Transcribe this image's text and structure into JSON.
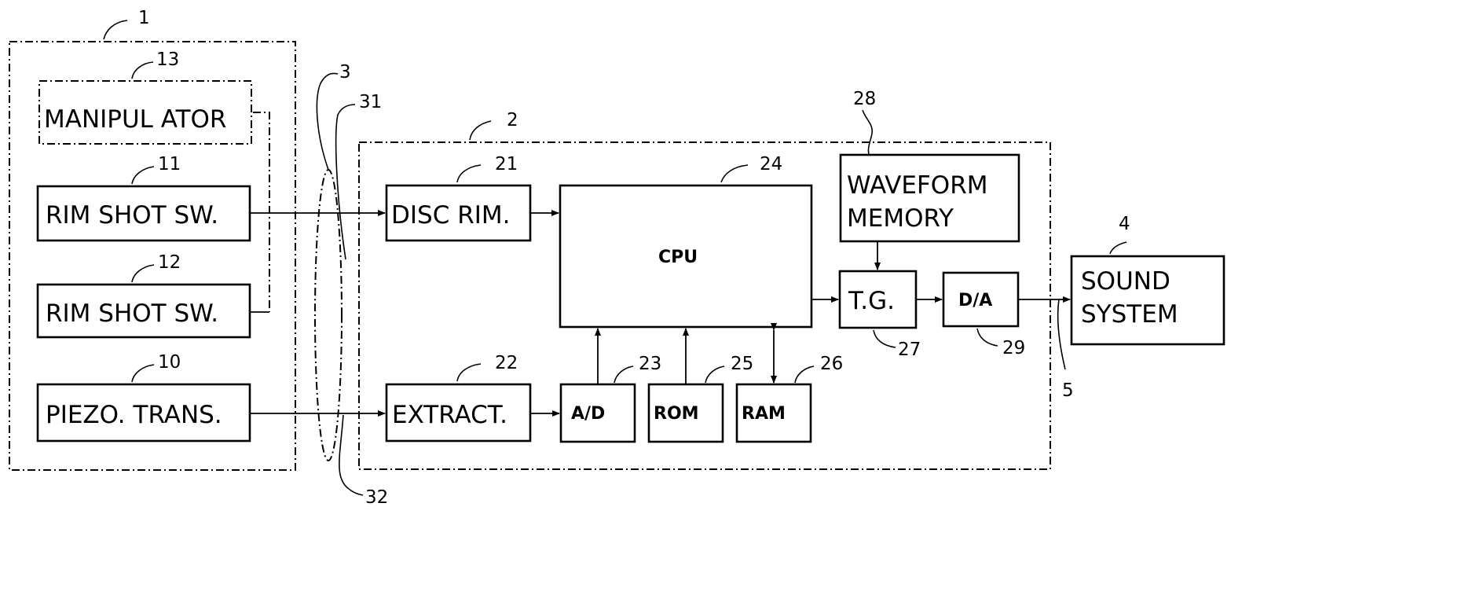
{
  "blocks": {
    "manipulator": "MANIPUL ATOR",
    "rim_shot_sw_1": "RIM SHOT  SW.",
    "rim_shot_sw_2": "RIM SHOT  SW.",
    "piezo_trans": "PIEZO. TRANS.",
    "discrim": "DISC RIM.",
    "extract": "EXTRACT.",
    "cpu": "CPU",
    "ad": "A/D",
    "rom": "ROM",
    "ram": "RAM",
    "waveform_memory_line1": "WAVEFORM",
    "waveform_memory_line2": "MEMORY",
    "tg": "T.G.",
    "da": "D/A",
    "sound_system_line1": "SOUND",
    "sound_system_line2": "SYSTEM"
  },
  "refs": {
    "pad": "1",
    "manipulator": "13",
    "rim_shot_sw_1": "11",
    "rim_shot_sw_2": "12",
    "piezo_trans": "10",
    "cable": "3",
    "cable_line_1": "31",
    "cable_line_2": "32",
    "controller": "2",
    "discrim": "21",
    "extract": "22",
    "ad": "23",
    "cpu": "24",
    "rom": "25",
    "ram": "26",
    "tg": "27",
    "waveform_memory": "28",
    "da": "29",
    "sound_system": "4",
    "output_line": "5"
  }
}
